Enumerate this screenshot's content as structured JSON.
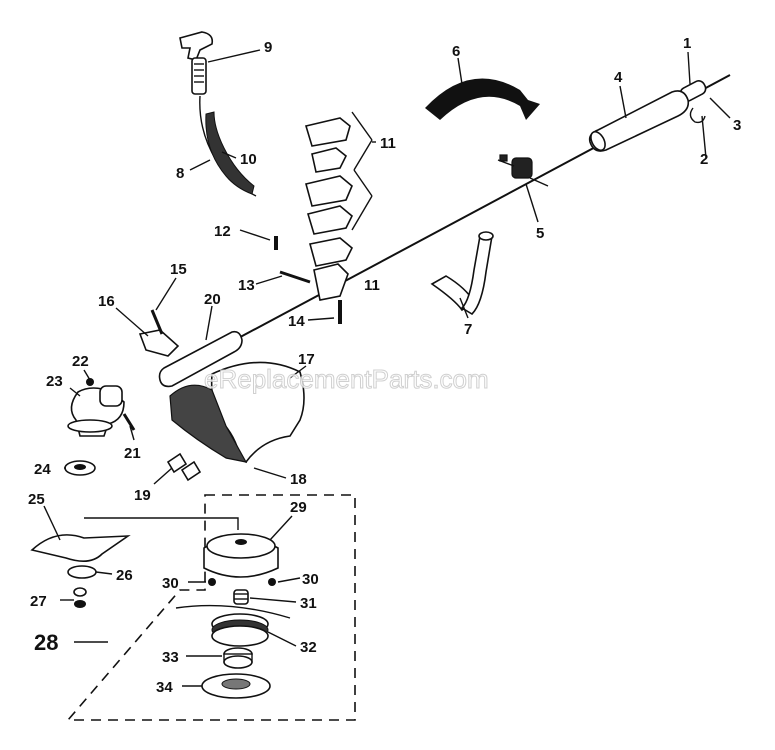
{
  "watermark": "eReplacementParts.com",
  "callouts": {
    "c1": "1",
    "c2": "2",
    "c3": "3",
    "c4": "4",
    "c5": "5",
    "c6": "6",
    "c7": "7",
    "c8": "8",
    "c9": "9",
    "c10": "10",
    "c11a": "11",
    "c11b": "11",
    "c12": "12",
    "c13": "13",
    "c14": "14",
    "c15": "15",
    "c16": "16",
    "c17": "17",
    "c18": "18",
    "c19": "19",
    "c20": "20",
    "c21": "21",
    "c22": "22",
    "c23": "23",
    "c24": "24",
    "c25": "25",
    "c26": "26",
    "c27": "27",
    "c28": "28",
    "c29": "29",
    "c30a": "30",
    "c30b": "30",
    "c31": "31",
    "c32": "32",
    "c33": "33",
    "c34": "34"
  }
}
